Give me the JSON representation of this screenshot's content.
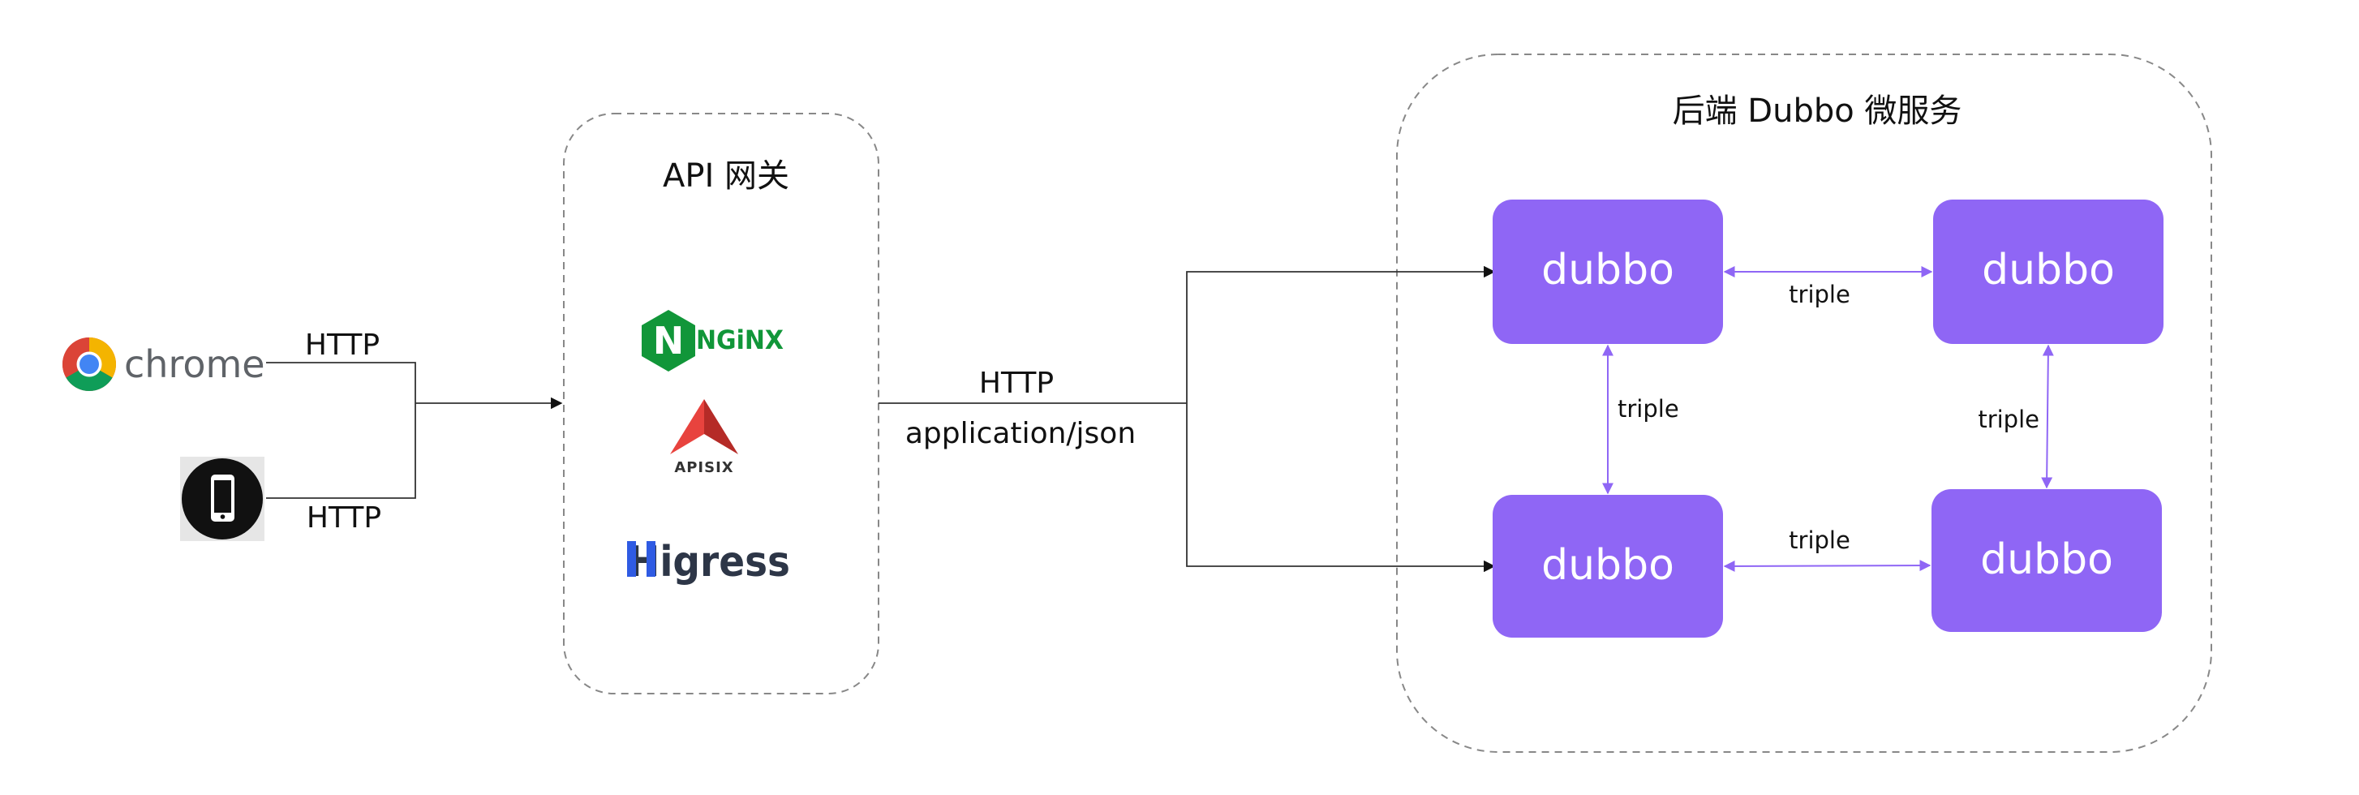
{
  "clients": {
    "chrome_label": "chrome",
    "browser_protocol": "HTTP",
    "mobile_protocol": "HTTP"
  },
  "gateway": {
    "title": "API 网关",
    "nginx_logo": "NGiNX",
    "apisix_logo": "APISIX",
    "higress_logo": "Higress"
  },
  "gateway_to_backend": {
    "protocol": "HTTP",
    "content_type": "application/json"
  },
  "backend": {
    "title": "后端 Dubbo 微服务",
    "nodes": [
      "dubbo",
      "dubbo",
      "dubbo",
      "dubbo"
    ],
    "links": {
      "top": "triple",
      "left": "triple",
      "right": "triple",
      "bottom": "triple"
    }
  },
  "colors": {
    "node_fill": "#8f66f5",
    "node_link": "#8f66f5",
    "line": "#333333",
    "dashed_border": "#888888",
    "nginx_green": "#119639",
    "apisix_red": "#e8433e",
    "higress_blue": "#2f5be3",
    "higress_dark": "#2d3647"
  },
  "icons": {
    "chrome": "chrome-icon",
    "mobile": "mobile-phone-icon",
    "nginx": "nginx-logo",
    "apisix": "apisix-logo",
    "higress": "higress-logo"
  }
}
